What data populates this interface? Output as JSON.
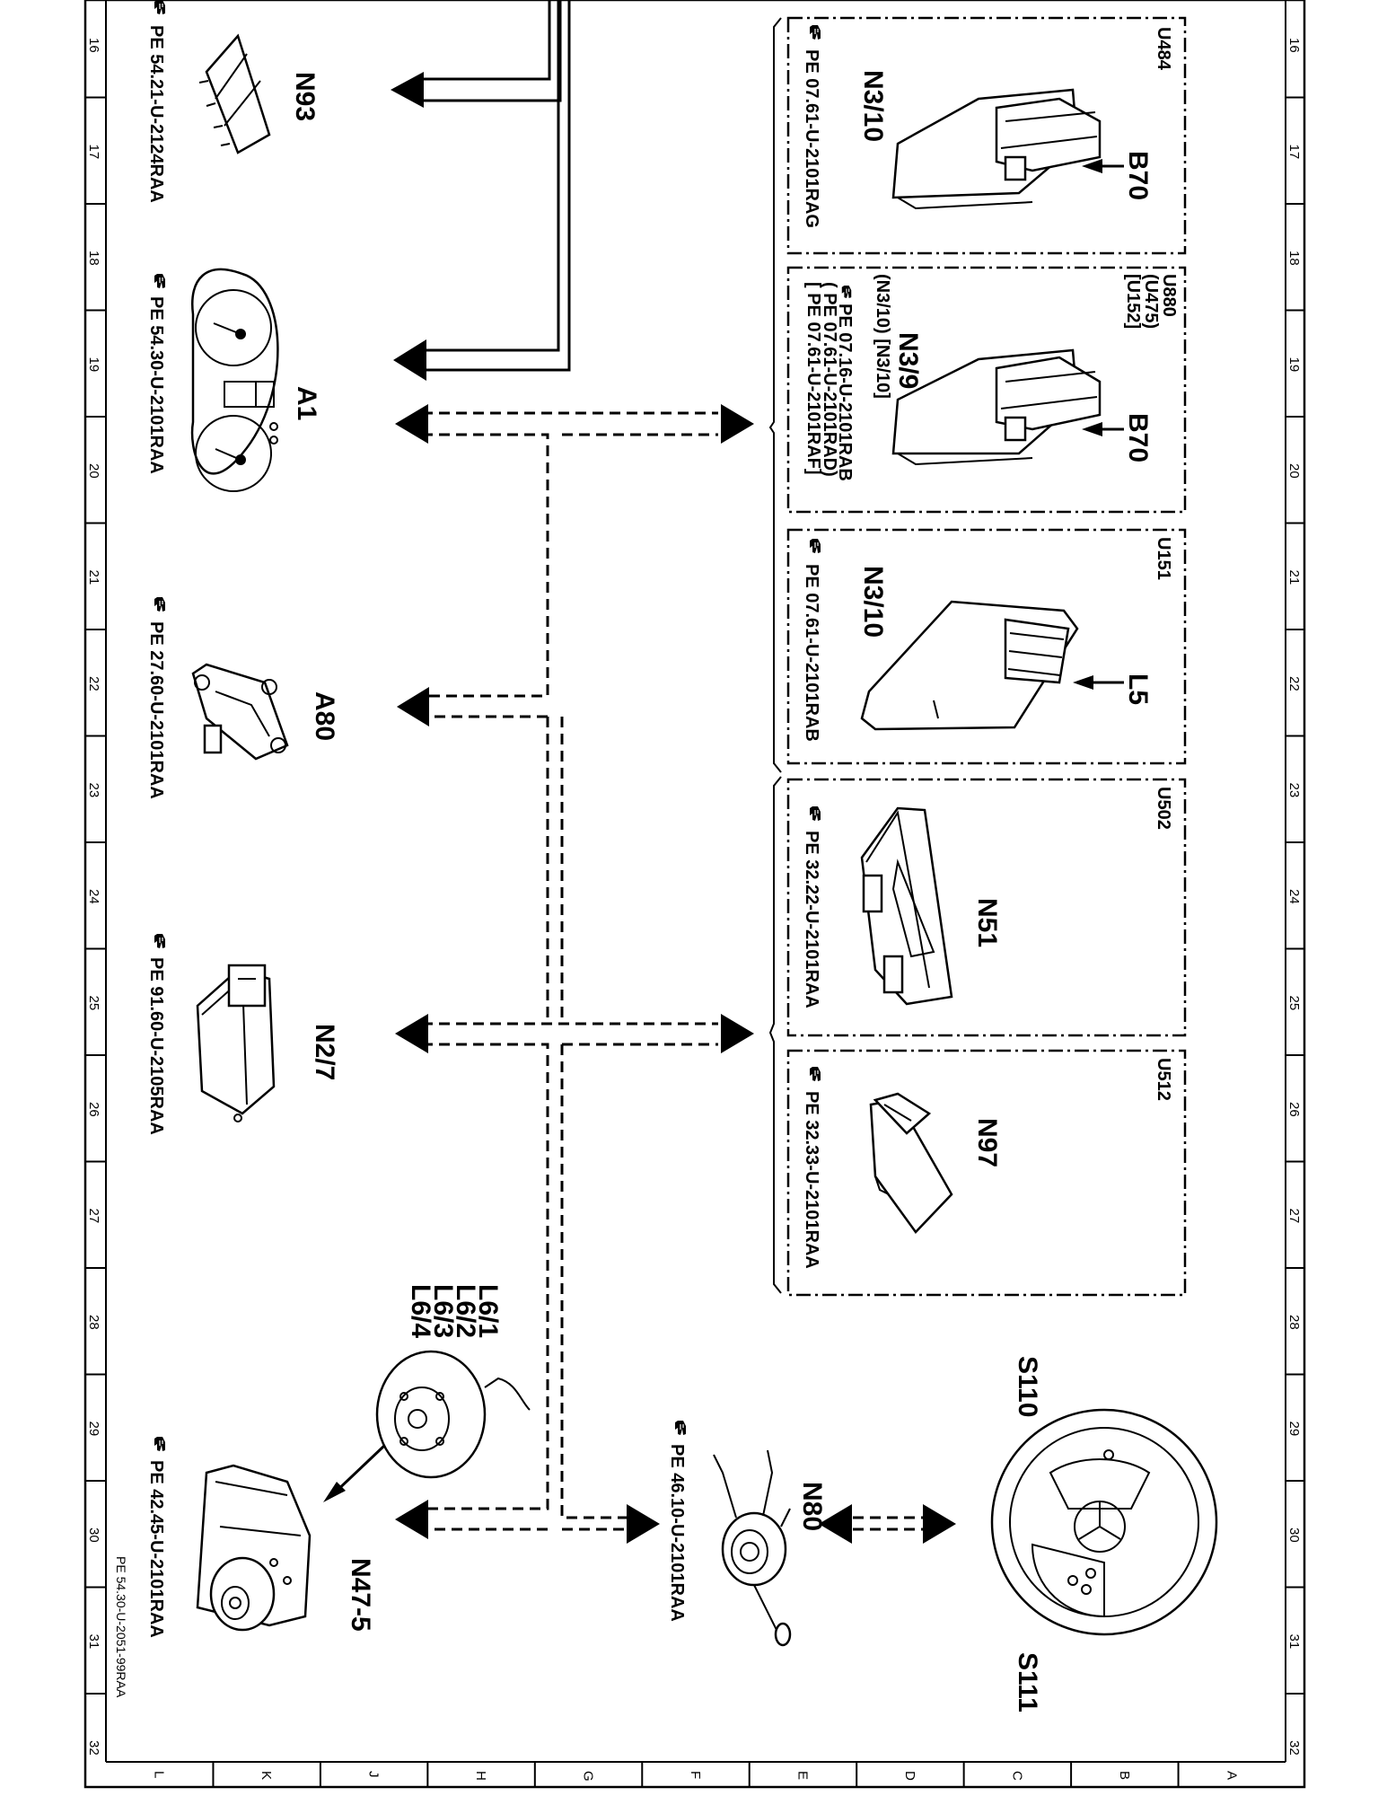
{
  "diagram_id": "PE 54.30-U-2051-99RAA",
  "grid_numbers": [
    "16",
    "17",
    "18",
    "19",
    "20",
    "21",
    "22",
    "23",
    "24",
    "25",
    "26",
    "27",
    "28",
    "29",
    "30",
    "31",
    "32"
  ],
  "grid_letters": [
    "L",
    "K",
    "J",
    "H",
    "G",
    "F",
    "E",
    "D",
    "C",
    "B",
    "A"
  ],
  "components": {
    "n93": {
      "label": "N93",
      "ref": "PE  54.21-U-2124RAA"
    },
    "a1": {
      "label": "A1",
      "ref": "PE  54.30-U-2101RAA"
    },
    "a80": {
      "label": "A80",
      "ref": "PE  27.60-U-2101RAA"
    },
    "n2_7": {
      "label": "N2/7",
      "ref": "PE  91.60-U-2105RAA"
    },
    "n47_5": {
      "label": "N47-5",
      "ref": "PE  42.45-U-2101RAA"
    },
    "l6": {
      "labels": [
        "L6/1",
        "L6/2",
        "L6/3",
        "L6/4"
      ]
    },
    "n80": {
      "label": "N80",
      "ref": "PE  46.10-U-2101RAA"
    },
    "s110": {
      "label": "S110"
    },
    "s111": {
      "label": "S111"
    }
  },
  "boxes": {
    "u484": {
      "code": "U484",
      "module": "N3/10",
      "sensor": "B70",
      "ref": "PE  07.61-U-2101RAG"
    },
    "u880": {
      "codes": [
        "U880",
        "(U475)",
        "[U152]"
      ],
      "module_lines": [
        "N3/9",
        "(N3/10) [N3/10]"
      ],
      "sensor": "B70",
      "refs": [
        "PE  07.16-U-2101RAB",
        "(     PE  07.61-U-2101RAD)",
        "[     PE  07.61-U-2101RAF]"
      ]
    },
    "u151": {
      "code": "U151",
      "module": "N3/10",
      "sensor": "L5",
      "ref": "PE  07.61-U-2101RAB"
    },
    "u502": {
      "code": "U502",
      "module": "N51",
      "ref": "PE  32.22-U-2101RAA"
    },
    "u512": {
      "code": "U512",
      "module": "N97",
      "ref": "PE  32.33-U-2101RAA"
    }
  }
}
